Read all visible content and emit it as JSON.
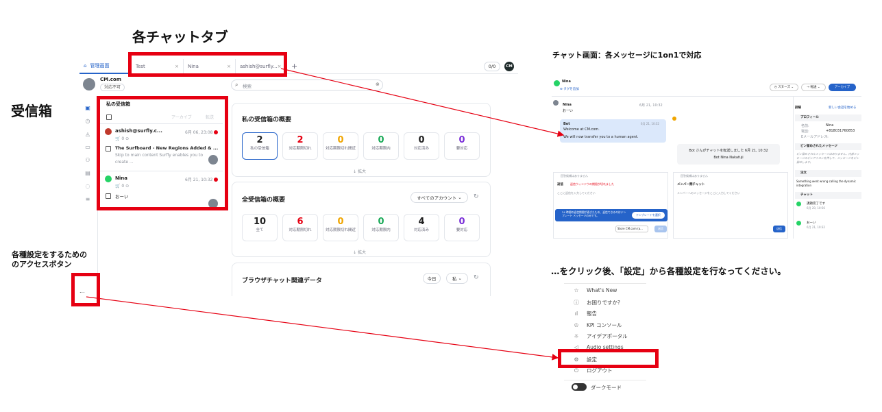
{
  "annotations": {
    "chat_tabs": "各チャットタブ",
    "inbox": "受信箱",
    "chat_screen": "チャット画面：各メッセージに1on1で対応",
    "settings_access": "各種設定をするための\nのアクセスボタン",
    "settings_line1": "各種設定をするための",
    "settings_line2": "のアクセスボタン",
    "instructions": "…をクリック後、「設定」から各種設定を行なってください。"
  },
  "app": {
    "admin_tab": "管理画面",
    "tabs": [
      {
        "label": "Test"
      },
      {
        "label": "Nina"
      },
      {
        "label": "ashish@surfly..."
      }
    ],
    "counter": "0/0",
    "logo": "CM",
    "account": {
      "name": "CM.com",
      "status": "対応不可"
    },
    "search_placeholder": "検索",
    "more_button": "...",
    "inbox": {
      "title": "私の受信箱",
      "archive": "アーカイブ",
      "move": "転送",
      "conversations": [
        {
          "sender": "ashish@surfly.c...",
          "date": "6月 06, 23:08",
          "counts": [
            "0",
            "0"
          ],
          "subject": "The Surfboard - New Regions Added & ...",
          "preview1": "Skip to main content Surfly enables you to",
          "preview2": "create ...",
          "unread": "1"
        },
        {
          "sender": "Nina",
          "date": "6月 21, 10:32",
          "counts": [
            "0",
            "0"
          ],
          "preview1": "おーい",
          "unread": "1"
        }
      ]
    },
    "my_inbox_summary": {
      "title": "私の受信箱の概要",
      "expand": "拡大",
      "stats": [
        {
          "value": "2",
          "label": "私の受信箱",
          "color": "#222222"
        },
        {
          "value": "2",
          "label": "対応期限切れ",
          "color": "#e60012"
        },
        {
          "value": "0",
          "label": "対応期限切れ間近",
          "color": "#f0a500"
        },
        {
          "value": "0",
          "label": "対応期限内",
          "color": "#18a957"
        },
        {
          "value": "0",
          "label": "対応済み",
          "color": "#222222"
        },
        {
          "value": "0",
          "label": "要対応",
          "color": "#7a2fd8"
        }
      ]
    },
    "all_inbox_summary": {
      "title": "全受信箱の概要",
      "filter": "すべてのアカウント",
      "expand": "拡大",
      "stats": [
        {
          "value": "10",
          "label": "全て",
          "color": "#222222"
        },
        {
          "value": "6",
          "label": "対応期限切れ",
          "color": "#e60012"
        },
        {
          "value": "0",
          "label": "対応期限切れ間近",
          "color": "#f0a500"
        },
        {
          "value": "0",
          "label": "対応期限内",
          "color": "#18a957"
        },
        {
          "value": "4",
          "label": "対応済み",
          "color": "#222222"
        },
        {
          "value": "0",
          "label": "要対応",
          "color": "#7a2fd8"
        }
      ]
    },
    "browser_chat": {
      "title": "ブラウザチャット関連データ",
      "today": "今日",
      "me": "私"
    }
  },
  "chat_screen": {
    "contact": "Nina",
    "add_tag": "タグを追加",
    "snooze": "スヌーズ",
    "transfer": "転送",
    "archive": "アーカイブ",
    "msg1_name": "Nina",
    "msg1_date": "6月 21, 10:32",
    "msg1_text": "おーい",
    "bot_name": "Bot",
    "bot_date": "6月 21, 10:32",
    "bot_line1": "Welcome at CM.com.",
    "bot_line2": "We will now transfer you to a human agent.",
    "transfer_note": "Bot さんがチャットを転送しました 6月 21, 10:32",
    "transfer_note2": "Bot  Nina Nakafuji",
    "no_template": "回答候補はありません",
    "reply_tab": "返信",
    "reply_warning": "返信ウィンドウの期限が切れました",
    "reply_placeholder": "ここに返信を入力してください",
    "member_chat": "メンバー間チャット",
    "member_placeholder": "メンバーへのメッセージをここに入力してください",
    "template_notice": "24 時間の返信期間が過ぎたため、返信できるのはテンプレート メッセージのみです。",
    "template_button": "テンプレートを選択",
    "store": "Store CM.com (a...",
    "send": "送信",
    "send2": "送信",
    "side_title": "詳細",
    "side_link": "新しい会話を始める",
    "profile": "プロフィール",
    "name_label": "名前:",
    "name_value": "Nina",
    "phone_label": "電話:",
    "phone_value": "+818031760853",
    "email_label": "Eメールアドレス:",
    "email_value": "-",
    "pinned": "ピン留めされたメッセージ",
    "pinned_text": "ピン留めされたメッセージはありません。内部メッセージのピンアイコンを押して、メッセージをピン留めします。",
    "notes": "注文",
    "notes_text": "Something went wrong calling the dynamic integration",
    "chats": "チャット",
    "chat1_text": "課題完了です",
    "chat1_date": "6月 20, 10:56",
    "chat2_text": "おーい",
    "chat2_date": "6月 21, 10:32"
  },
  "menu": {
    "items": [
      {
        "label": "What's New",
        "icon": "star-icon"
      },
      {
        "label": "お困りですか?",
        "icon": "help-icon"
      },
      {
        "label": "報告",
        "icon": "report-icon"
      },
      {
        "label": "KPI コンソール",
        "icon": "kpi-icon"
      },
      {
        "label": "アイデアポータル",
        "icon": "idea-icon"
      },
      {
        "label": "Audio settings",
        "icon": "audio-icon"
      },
      {
        "label": "設定",
        "icon": "gear-icon"
      },
      {
        "label": "ログアウト",
        "icon": "logout-icon"
      }
    ],
    "dark_mode": "ダークモード"
  }
}
